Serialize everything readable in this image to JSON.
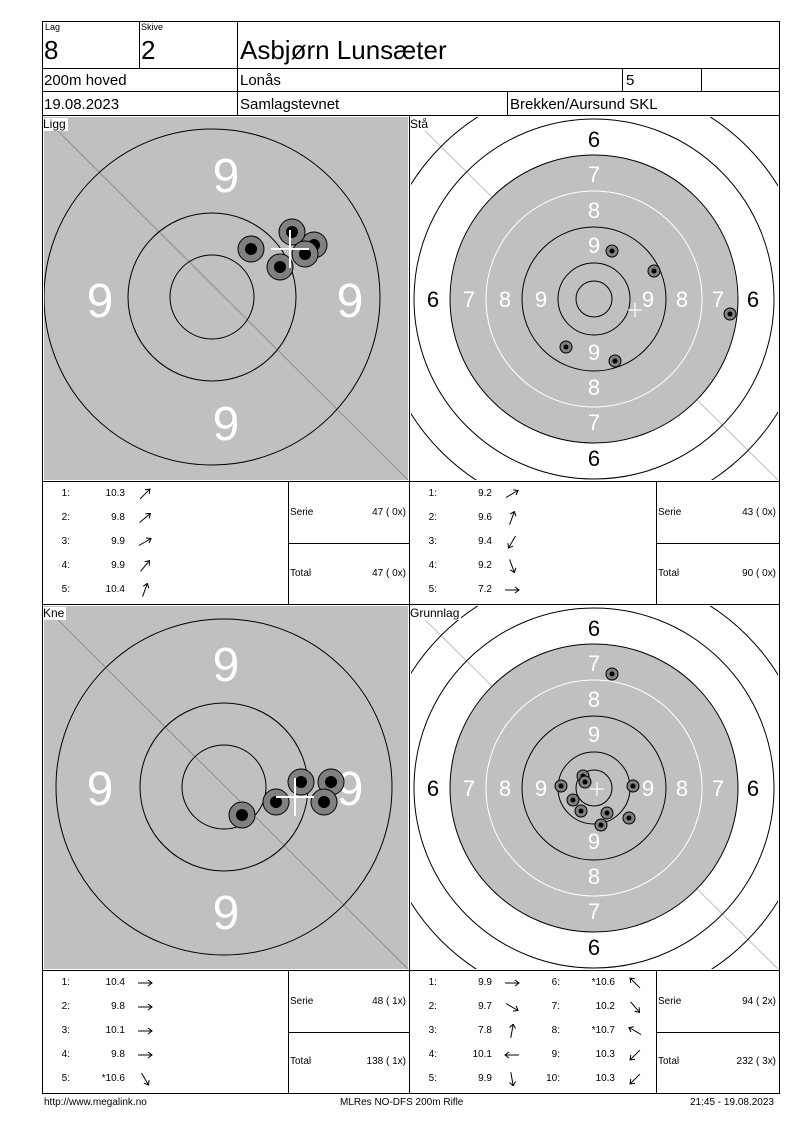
{
  "header": {
    "lag_label": "Lag",
    "lag_value": "8",
    "skive_label": "Skive",
    "skive_value": "2",
    "name": "Asbjørn Lunsæter",
    "program": "200m hoved",
    "club": "Lonås",
    "class": "5",
    "date": "19.08.2023",
    "event": "Samlagstevnet",
    "organizer": "Brekken/Aursund SKL"
  },
  "panels": [
    {
      "title": "Ligg",
      "target": "zoom",
      "shots": [
        {
          "n": "1:",
          "v": "10.3",
          "dir": 45
        },
        {
          "n": "2:",
          "v": "9.8",
          "dir": 40
        },
        {
          "n": "3:",
          "v": "9.9",
          "dir": 30
        },
        {
          "n": "4:",
          "v": "9.9",
          "dir": 50
        },
        {
          "n": "5:",
          "v": "10.4",
          "dir": 70
        }
      ],
      "serie_label": "Serie",
      "serie_value": "47 ( 0x)",
      "total_label": "Total",
      "total_value": "47 ( 0x)"
    },
    {
      "title": "Stå",
      "target": "full",
      "shots": [
        {
          "n": "1:",
          "v": "9.2",
          "dir": 30
        },
        {
          "n": "2:",
          "v": "9.6",
          "dir": 70
        },
        {
          "n": "3:",
          "v": "9.4",
          "dir": 240
        },
        {
          "n": "4:",
          "v": "9.2",
          "dir": 290
        },
        {
          "n": "5:",
          "v": "7.2",
          "dir": 0
        }
      ],
      "serie_label": "Serie",
      "serie_value": "43 ( 0x)",
      "total_label": "Total",
      "total_value": "90 ( 0x)"
    },
    {
      "title": "Kne",
      "target": "zoom",
      "shots": [
        {
          "n": "1:",
          "v": "10.4",
          "dir": 0
        },
        {
          "n": "2:",
          "v": "9.8",
          "dir": 0
        },
        {
          "n": "3:",
          "v": "10.1",
          "dir": 0
        },
        {
          "n": "4:",
          "v": "9.8",
          "dir": 0
        },
        {
          "n": "5:",
          "v": "*10.6",
          "dir": 300
        }
      ],
      "serie_label": "Serie",
      "serie_value": "48 ( 1x)",
      "total_label": "Total",
      "total_value": "138 ( 1x)"
    },
    {
      "title": "Grunnlag",
      "target": "full",
      "shots": [
        {
          "n": "1:",
          "v": "9.9",
          "dir": 0
        },
        {
          "n": "2:",
          "v": "9.7",
          "dir": 330
        },
        {
          "n": "3:",
          "v": "7.8",
          "dir": 80
        },
        {
          "n": "4:",
          "v": "10.1",
          "dir": 180
        },
        {
          "n": "5:",
          "v": "9.9",
          "dir": 280
        },
        {
          "n": "6:",
          "v": "*10.6",
          "dir": 135
        },
        {
          "n": "7:",
          "v": "10.2",
          "dir": 310
        },
        {
          "n": "8:",
          "v": "*10.7",
          "dir": 150
        },
        {
          "n": "9:",
          "v": "10.3",
          "dir": 225
        },
        {
          "n": "10:",
          "v": "10.3",
          "dir": 225
        }
      ],
      "serie_label": "Serie",
      "serie_value": "94 ( 2x)",
      "total_label": "Total",
      "total_value": "232 ( 3x)"
    }
  ],
  "zoom_numbers": [
    "9",
    "9",
    "9",
    "9"
  ],
  "full_numbers": [
    "6",
    "7",
    "8",
    "9"
  ],
  "footer": {
    "url": "http://www.megalink.no",
    "system": "MLRes NO-DFS 200m Rifle",
    "timestamp": "21:45 - 19.08.2023"
  },
  "colors": {
    "target_grey": "#c0c0c0",
    "grid": "#000000"
  }
}
